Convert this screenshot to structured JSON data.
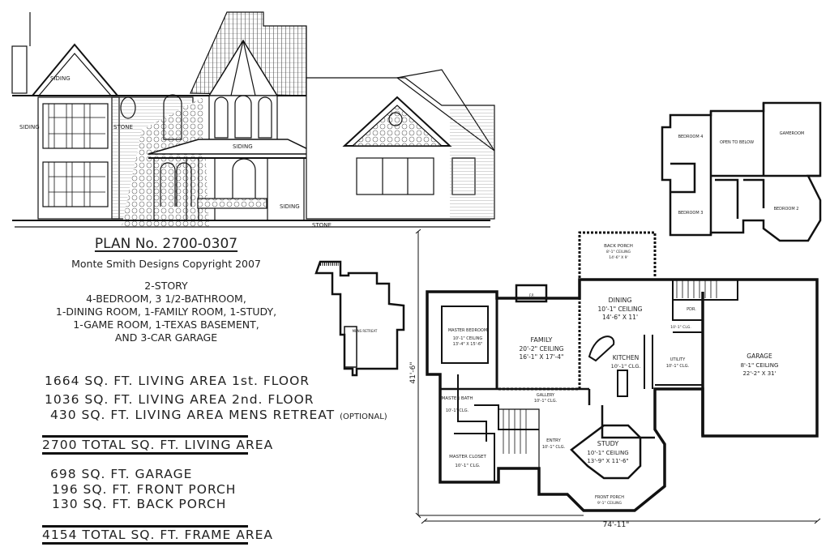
{
  "title": {
    "plan_number": "PLAN No. 2700-0307",
    "copyright": "Monte Smith Designs Copyright 2007"
  },
  "description": [
    "2-STORY",
    "4-BEDROOM, 3 1/2-BATHROOM,",
    "1-DINING ROOM, 1-FAMILY ROOM, 1-STUDY,",
    "1-GAME ROOM, 1-TEXAS BASEMENT,",
    "AND 3-CAR GARAGE"
  ],
  "living_areas": [
    {
      "text": "1664 SQ. FT. LIVING AREA 1st. FLOOR"
    },
    {
      "text": "1036 SQ. FT. LIVING AREA 2nd. FLOOR"
    },
    {
      "text": "430 SQ. FT. LIVING AREA MENS RETREAT",
      "note": "(OPTIONAL)"
    }
  ],
  "living_total": "2700 TOTAL SQ. FT. LIVING AREA",
  "other_areas": [
    "698 SQ. FT. GARAGE",
    "196 SQ. FT. FRONT PORCH",
    "130 SQ. FT. BACK PORCH"
  ],
  "frame_total": "4154 TOTAL SQ. FT. FRAME AREA",
  "elevation_labels": {
    "siding_1": "SIDING",
    "siding_2": "SIDING",
    "stone_1": "STONE",
    "siding_3": "SIDING",
    "siding_4": "SIDING",
    "stone_2": "STONE"
  },
  "first_floor": {
    "width_dim": "74'-11\"",
    "depth_dim": "41'-6\"",
    "rooms": {
      "back_porch": [
        "BACK PORCH",
        "8'-1\" CEILING",
        "14'-6\" X 9'"
      ],
      "dining": [
        "DINING",
        "10'-1\" CEILING",
        "14'-6\" X 11'"
      ],
      "family": [
        "FAMILY",
        "20'-2\" CEILING",
        "16'-1\" X 17'-4\""
      ],
      "master_bedroom": [
        "MASTER BEDROOM",
        "10'-1\" CEILING",
        "13'-4\" X 15'-6\""
      ],
      "kitchen": [
        "KITCHEN",
        "10'-1\" CLG."
      ],
      "utility": [
        "UTILITY",
        "10'-1\" CLG."
      ],
      "garage": [
        "GARAGE",
        "8'-1\" CEILING",
        "22'-2\" X 31'"
      ],
      "gallery": [
        "GALLERY",
        "10'-1\" CLG."
      ],
      "master_bath": [
        "MASTER BATH",
        "10'-1\" CLG."
      ],
      "entry": [
        "ENTRY",
        "10'-1\" CLG."
      ],
      "study": [
        "STUDY",
        "10'-1\" CEILING",
        "13'-9\" X 11'-6\""
      ],
      "master_closet": [
        "MASTER CLOSET",
        "10'-1\" CLG."
      ],
      "front_porch": [
        "FRONT PORCH",
        "9'-1\" CEILING"
      ],
      "powder": [
        "PDR."
      ],
      "hall_ceiling": [
        "10'-1\" CLG."
      ],
      "fireplace": [
        "F.P."
      ]
    }
  },
  "second_floor": {
    "rooms": {
      "bedroom_4": "BEDROOM 4",
      "open_to_below": "OPEN TO BELOW",
      "gameroom": "GAMEROOM",
      "bedroom_3": "BEDROOM 3",
      "bedroom_2": "BEDROOM 2"
    }
  },
  "mens_retreat_plan": {
    "label": "MENS RETREAT"
  }
}
